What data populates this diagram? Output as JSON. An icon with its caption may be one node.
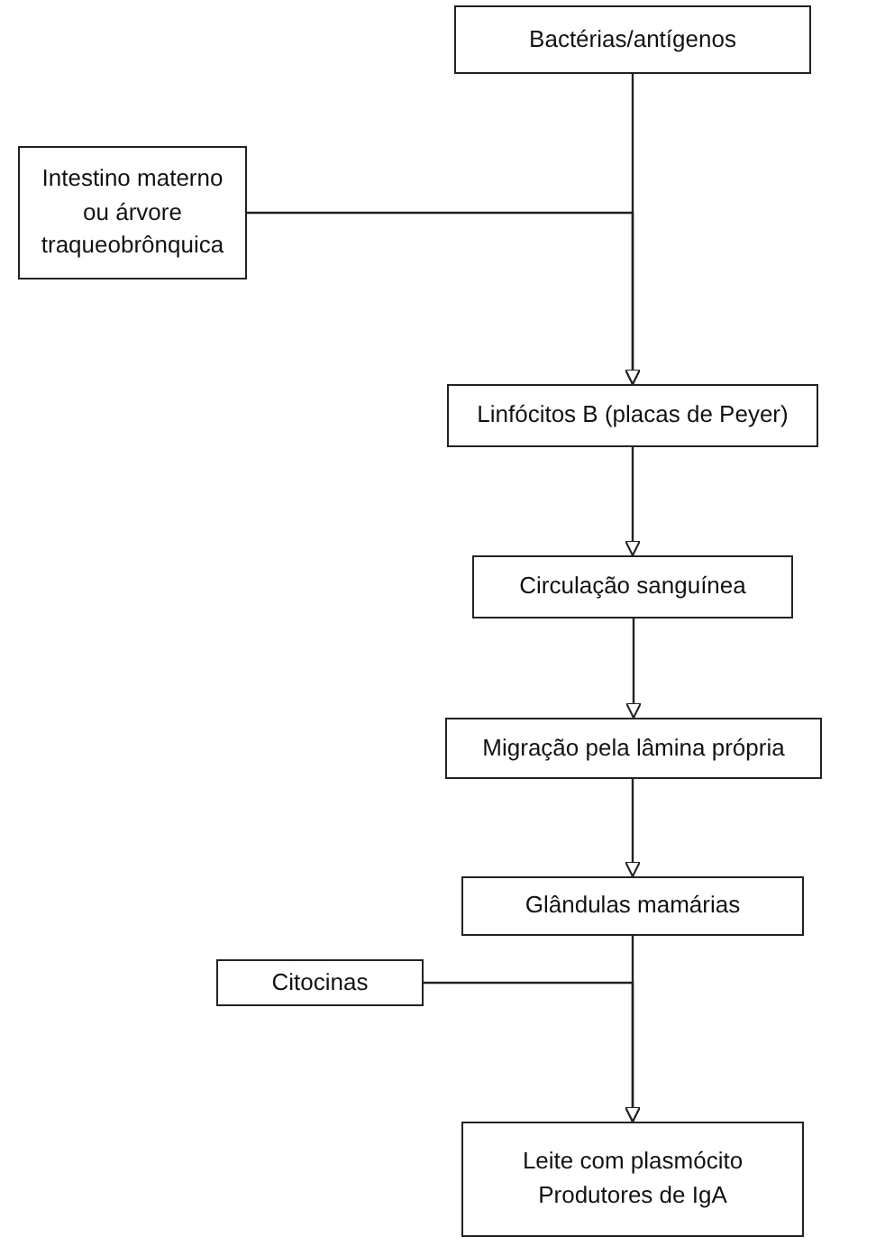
{
  "diagram": {
    "nodes": [
      {
        "text": [
          "Bactérias/antígenos"
        ]
      },
      {
        "text": [
          "Intestino materno ou árvore traqueobrônquica"
        ]
      },
      {
        "text": [
          "Linfócitos B (placas de Peyer)"
        ]
      },
      {
        "text": [
          "Circulação sanguínea"
        ]
      },
      {
        "text": [
          "Migração pela lâmina própria"
        ]
      },
      {
        "text": [
          "Glândulas mamárias"
        ]
      },
      {
        "text": [
          "Citocinas"
        ]
      },
      {
        "text": [
          "Leite com plasmócito Produtores de IgA"
        ]
      }
    ],
    "edges": [
      {
        "from": 0,
        "to": 2,
        "arrow": "to"
      },
      {
        "from": 1,
        "to": 2,
        "arrow": "to"
      },
      {
        "from": 2,
        "to": 3,
        "arrow": "to"
      },
      {
        "from": 3,
        "to": 4,
        "arrow": "to"
      },
      {
        "from": 4,
        "to": 5,
        "arrow": "to"
      },
      {
        "from": 5,
        "to": 7,
        "arrow": "to"
      },
      {
        "from": 6,
        "to": 7,
        "arrow": "to"
      }
    ]
  }
}
